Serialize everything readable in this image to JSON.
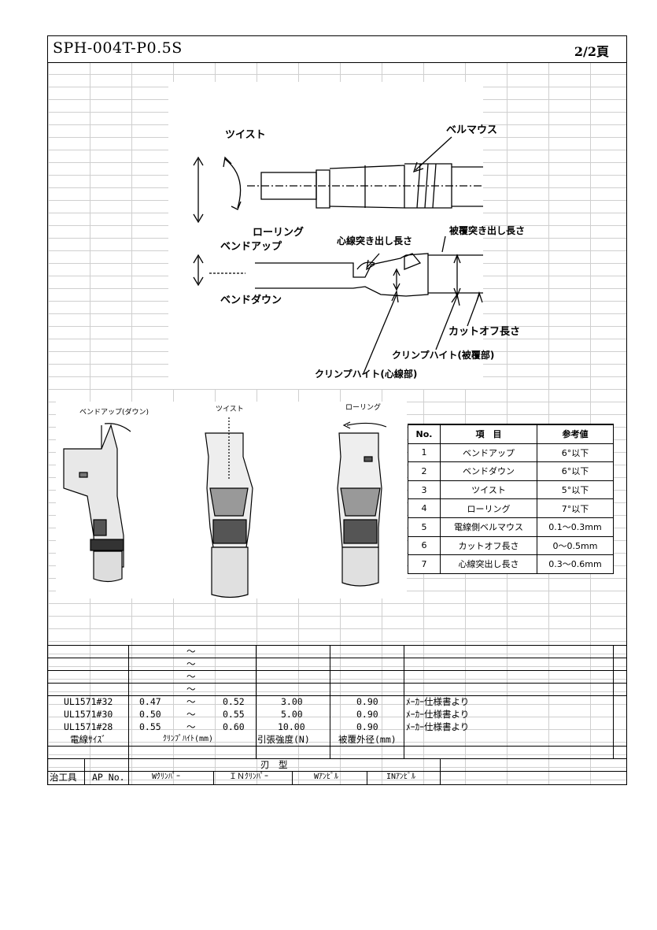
{
  "header": {
    "part_code": "SPH-004T-P0.5S",
    "page": "2/2頁"
  },
  "diagram_labels": {
    "twist": "ツイスト",
    "bell_mouth": "ベルマウス",
    "rolling": "ローリング",
    "bend_up": "ベンドアップ",
    "bend_down": "ベンドダウン",
    "core_protrusion": "心線突き出し長さ",
    "insulation_protrusion": "被覆突き出し長さ",
    "cut_off": "カットオフ長さ",
    "crimp_height_insulation": "クリンプハイト(被覆部)",
    "crimp_height_core": "クリンプハイト(心線部)"
  },
  "photo_labels": {
    "bend": "ベンドアップ(ダウン)",
    "twist": "ツイスト",
    "rolling": "ローリング"
  },
  "ref_table": {
    "headers": [
      "No.",
      "項　目",
      "参考値"
    ],
    "rows": [
      [
        "1",
        "ベンドアップ",
        "6°以下"
      ],
      [
        "2",
        "ベンドダウン",
        "6°以下"
      ],
      [
        "3",
        "ツイスト",
        "5°以下"
      ],
      [
        "4",
        "ローリング",
        "7°以下"
      ],
      [
        "5",
        "電線側ベルマウス",
        "0.1～0.3mm"
      ],
      [
        "6",
        "カットオフ長さ",
        "0～0.5mm"
      ],
      [
        "7",
        "心線突出し長さ",
        "0.3～0.6mm"
      ]
    ]
  },
  "spec": {
    "tilde": "～",
    "rows": [
      {
        "wire": "UL1571#32",
        "min": "0.47",
        "max": "0.52",
        "strength": "3.00",
        "od": "0.90",
        "note": "ﾒｰｶｰ仕様書より"
      },
      {
        "wire": "UL1571#30",
        "min": "0.50",
        "max": "0.55",
        "strength": "5.00",
        "od": "0.90",
        "note": "ﾒｰｶｰ仕様書より"
      },
      {
        "wire": "UL1571#28",
        "min": "0.55",
        "max": "0.60",
        "strength": "10.00",
        "od": "0.90",
        "note": "ﾒｰｶｰ仕様書より"
      }
    ],
    "headers": {
      "wire_size": "電線ｻｲｽﾞ",
      "crimp_height": "ｸﾘﾝﾌﾟﾊｲﾄ(mm)",
      "strength": "引張強度(N)",
      "od": "被覆外径(mm)"
    },
    "tool": {
      "jig": "治工具",
      "ap_no": "AP No.",
      "blade_type": "刃　型",
      "w_crimper": "Wｸﾘﾝﾊﾟｰ",
      "in_crimper": "ＩＮｸﾘﾝﾊﾟｰ",
      "w_anvil": "Wｱﾝﾋﾞﾙ",
      "in_anvil": "INｱﾝﾋﾞﾙ"
    }
  }
}
